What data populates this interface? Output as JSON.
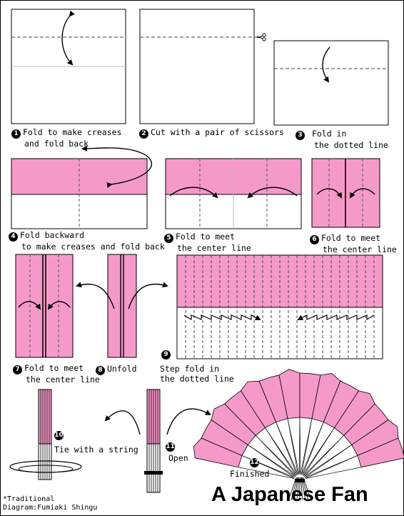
{
  "title": "A Japanese Fan",
  "credit": {
    "line1": "*Traditional",
    "line2": "Diagram:Fumiaki Shingu"
  },
  "colors": {
    "paper_pink": "#F59AC8",
    "paper_white": "#FFFFFF",
    "line": "#000000",
    "fold_dash": "#555555"
  },
  "steps": [
    {
      "number": "1",
      "line1": "Fold to make creases",
      "line2": "and fold back"
    },
    {
      "number": "2",
      "line1": "Cut with a pair of scissors",
      "line2": ""
    },
    {
      "number": "3",
      "line1": "Fold in",
      "line2": "the dotted line"
    },
    {
      "number": "4",
      "line1": "Fold backward",
      "line2": "to make creases and fold back"
    },
    {
      "number": "5",
      "line1": "Fold to meet",
      "line2": "the center line"
    },
    {
      "number": "6",
      "line1": "Fold to meet",
      "line2": "the center line"
    },
    {
      "number": "7",
      "line1": "Fold to meet",
      "line2": "the center line"
    },
    {
      "number": "8",
      "line1": "Unfold",
      "line2": ""
    },
    {
      "number": "9",
      "line1": "Step fold in",
      "line2": "the dotted line"
    },
    {
      "number": "10",
      "line1": "Tie with a string",
      "line2": ""
    },
    {
      "number": "11",
      "line1": "Open",
      "line2": ""
    },
    {
      "number": "12",
      "line1": "Finished",
      "line2": ""
    }
  ]
}
